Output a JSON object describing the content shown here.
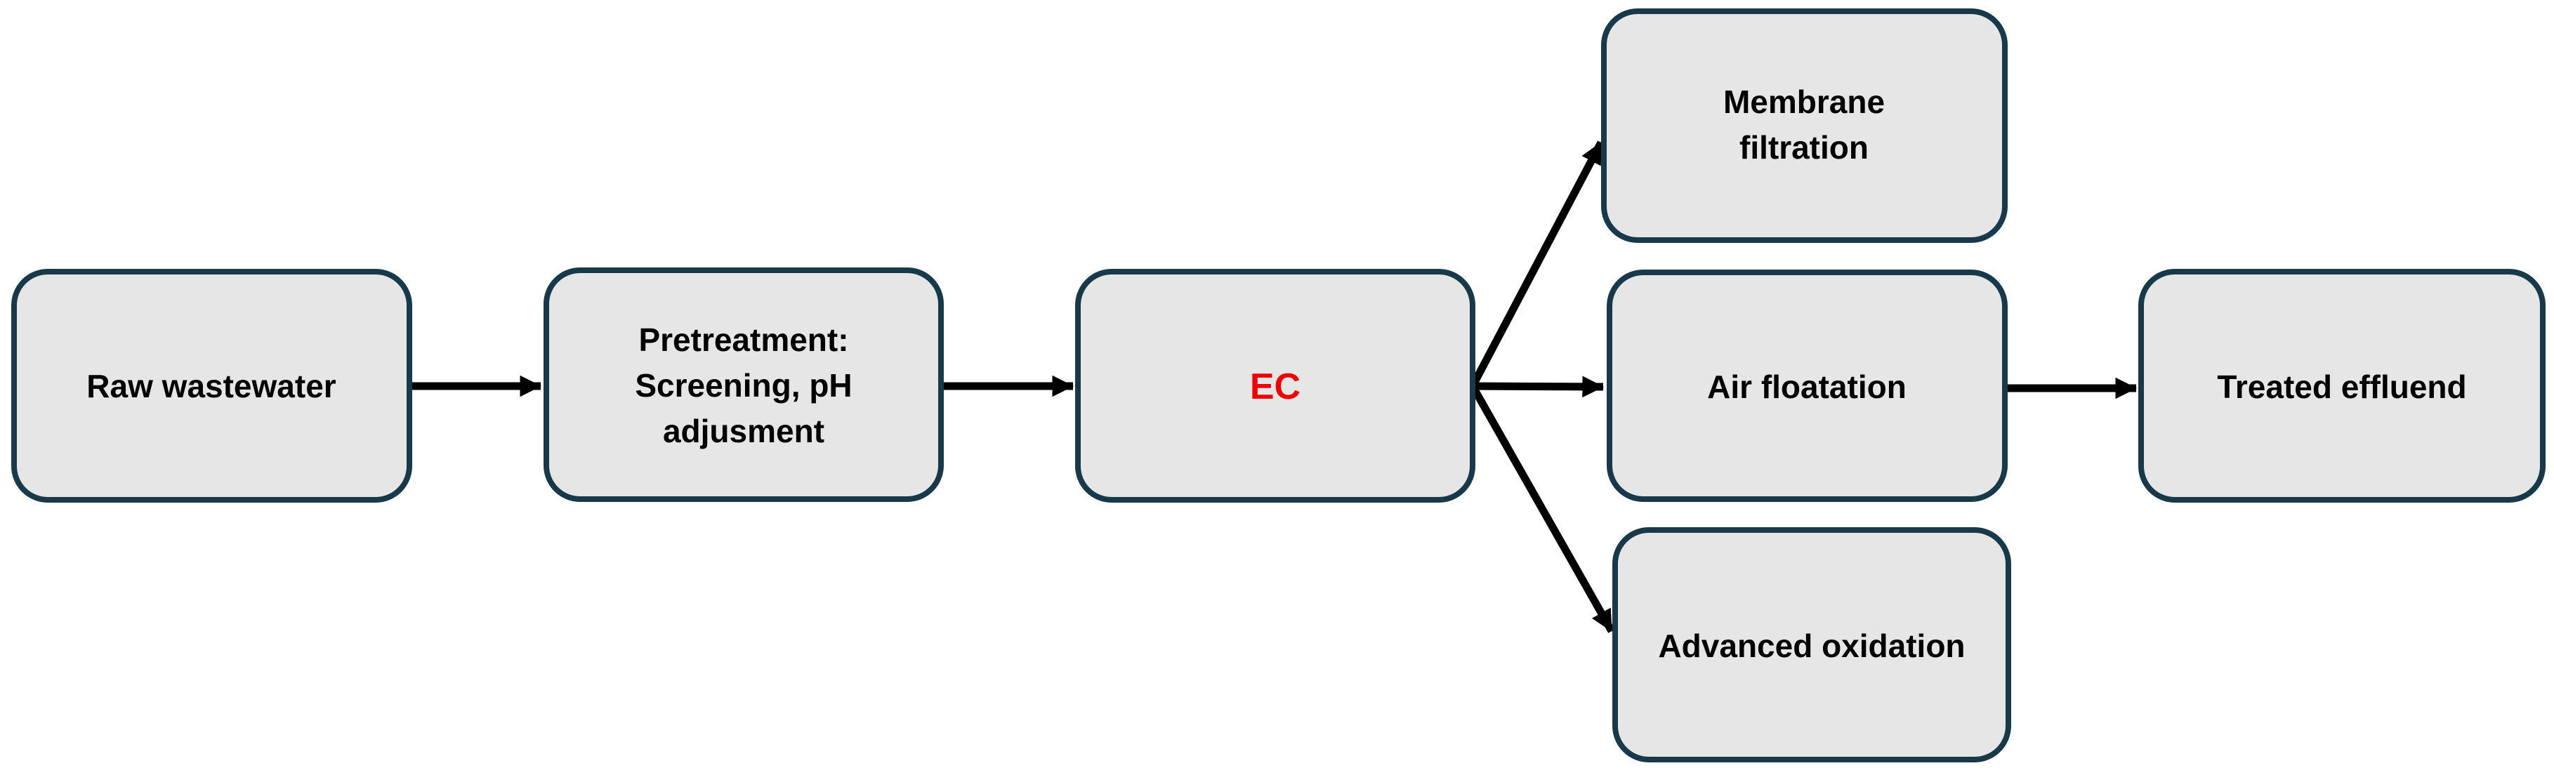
{
  "diagram": {
    "background": "#ffffff",
    "box_fill": "#e6e6e6",
    "box_border": "#17394a",
    "arrow_color": "#000000",
    "label_color": "#000000",
    "ec_label_color": "#ee0000",
    "nodes": {
      "raw": {
        "label": "Raw wastewater"
      },
      "pretreatment": {
        "line1": "Pretreatment:",
        "line2": "Screening, pH",
        "line3": "adjusment"
      },
      "ec": {
        "label": "EC"
      },
      "membrane": {
        "line1": "Membrane",
        "line2": "filtration"
      },
      "air": {
        "label": "Air floatation"
      },
      "advanced": {
        "label": "Advanced oxidation"
      },
      "treated": {
        "label": "Treated effluend"
      }
    },
    "edges": [
      {
        "from": "raw",
        "to": "pretreatment"
      },
      {
        "from": "pretreatment",
        "to": "ec"
      },
      {
        "from": "ec",
        "to": "membrane"
      },
      {
        "from": "ec",
        "to": "air"
      },
      {
        "from": "ec",
        "to": "advanced"
      },
      {
        "from": "air",
        "to": "treated"
      }
    ]
  }
}
